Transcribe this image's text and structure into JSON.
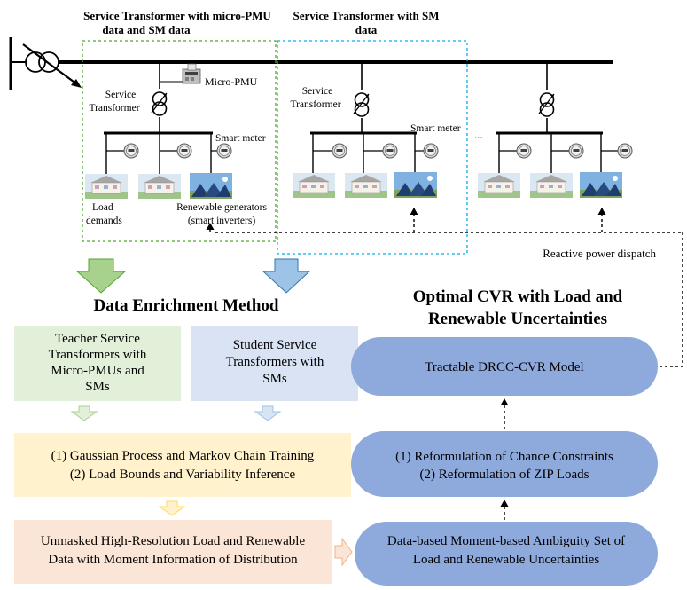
{
  "top": {
    "group1_title_line1": "Service Transformer with micro-PMU",
    "group1_title_line2": "data and SM data",
    "group2_title_line1": "Service Transformer with SM",
    "group2_title_line2": "data",
    "micro_pmu_label": "Micro-PMU",
    "service_transformer_line1": "Service",
    "service_transformer_line2": "Transformer",
    "smart_meter_label": "Smart meter",
    "ellipsis": "...",
    "load_demands_line1": "Load",
    "load_demands_line2": "demands",
    "renewable_line1": "Renewable generators",
    "renewable_line2": "(smart inverters)",
    "reactive_power_dispatch": "Reactive power dispatch"
  },
  "left": {
    "title": "Data Enrichment Method",
    "teacher_line1": "Teacher Service",
    "teacher_line2": "Transformers with",
    "teacher_line3": "Micro-PMUs and",
    "teacher_line4": "SMs",
    "student_line1": "Student Service",
    "student_line2": "Transformers with",
    "student_line3": "SMs",
    "training_line1": "(1) Gaussian Process and Markov Chain Training",
    "training_line2": "(2) Load Bounds and Variability Inference",
    "unmasked_line1": "Unmasked High-Resolution Load and Renewable",
    "unmasked_line2": "Data with Moment Information of Distribution"
  },
  "right": {
    "title_line1": "Optimal CVR with Load and",
    "title_line2": "Renewable Uncertainties",
    "drcc_model": "Tractable DRCC-CVR Model",
    "reform_line1": "(1) Reformulation of Chance Constraints",
    "reform_line2": "(2) Reformulation of ZIP Loads",
    "ambiguity_line1": "Data-based Moment-based Ambiguity Set of",
    "ambiguity_line2": "Load and Renewable Uncertainties"
  },
  "colors": {
    "green_fill": "#e2efd9",
    "blue_fill": "#dae3f3",
    "yellow_fill": "#fff2cc",
    "orange_fill": "#fbe5d6",
    "pill_fill": "#8ea9db",
    "green_dash": "#4ea72e",
    "blue_dash": "#00b0f0",
    "green_arrow": "#a9d18e",
    "blue_arrow": "#9dc3e6",
    "yellow_arrow": "#ffd966",
    "orange_arrow": "#f4b183"
  }
}
